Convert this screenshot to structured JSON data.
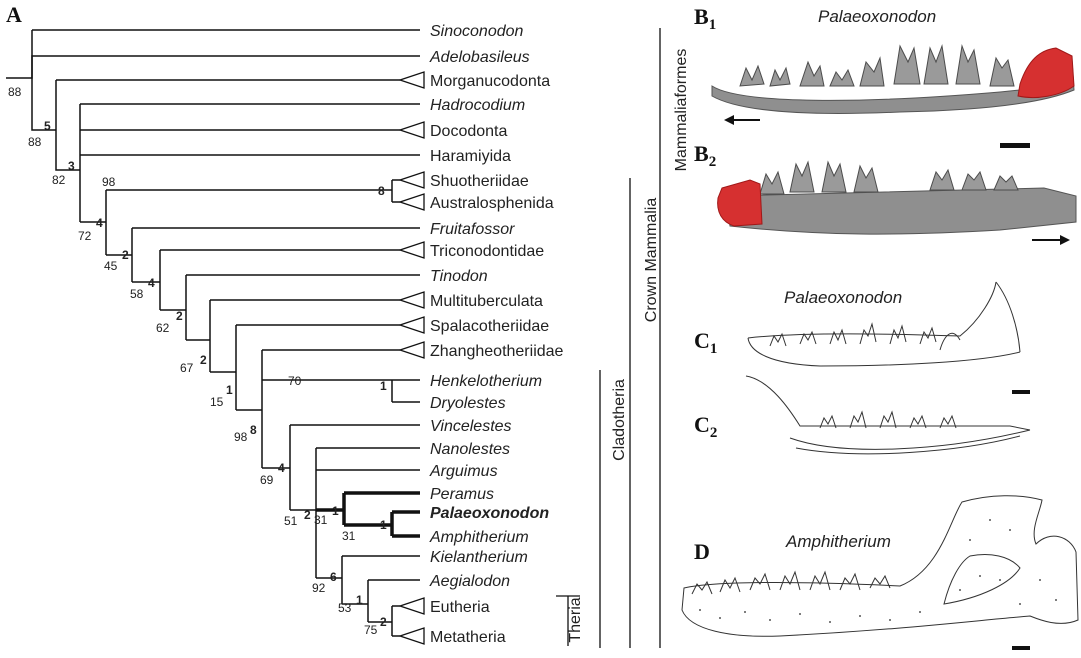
{
  "panels": {
    "a": "A",
    "b1_letter": "B",
    "b1_sub": "1",
    "b1_title": "Palaeoxonodon",
    "b2_letter": "B",
    "b2_sub": "2",
    "c_title": "Palaeoxonodon",
    "c1_letter": "C",
    "c1_sub": "1",
    "c2_letter": "C",
    "c2_sub": "2",
    "d": "D",
    "d_title": "Amphitherium"
  },
  "taxa": [
    "Sinoconodon",
    "Adelobasileus",
    "Morganucodonta",
    "Hadrocodium",
    "Docodonta",
    "Haramiyida",
    "Shuotheriidae",
    "Australosphenida",
    "Fruitafossor",
    "Triconodontidae",
    "Tinodon",
    "Multituberculata",
    "Spalacotheriidae",
    "Zhangheotheriidae",
    "Henkelotherium",
    "Dryolestes",
    "Vincelestes",
    "Nanolestes",
    "Arguimus",
    "Peramus",
    "Palaeoxonodon",
    "Amphitherium",
    "Kielantherium",
    "Aegialodon",
    "Eutheria",
    "Metatheria"
  ],
  "support_values": {
    "mammaliaformes_stem": "88",
    "n_hadro": "88",
    "n_haram": "82",
    "n_shuo_pair": "98",
    "n_austral": "72",
    "n_fruita": "45",
    "n_tricono": "58",
    "n_tino": "62",
    "n_multi": "67",
    "n_cladotheria": "15",
    "n_henkel_pair": "70",
    "n_dryol": "98",
    "n_vince": "69",
    "n_nanol": "51",
    "n_peramus": "31",
    "n_palaeo": "31",
    "n_kiel": "92",
    "n_aegial": "53",
    "n_theria": "75"
  },
  "bremer": {
    "n_hadro": "5",
    "n_haram": "3",
    "n_austral": "4",
    "n_shuo_pair": "8",
    "n_fruita": "2",
    "n_tricono": "4",
    "n_tino": "2",
    "n_multi": "2",
    "n_cladotheria": "1",
    "n_henkel_pair": "1",
    "n_dryol": "8",
    "n_vince": "4",
    "n_nanol": "2",
    "n_peramus": "1",
    "n_palaeo": "1",
    "n_kiel": "6",
    "n_aegial": "1",
    "n_theria": "2"
  },
  "clades": {
    "mammaliaformes": "Mammaliaformes",
    "crown": "Crown Mammalia",
    "cladotheria": "Cladotheria",
    "theria": "Theria"
  },
  "colors": {
    "ink": "#111111",
    "bone_grey": "#8f8f8f",
    "highlight_red": "#d63030"
  },
  "icons": {
    "b1_arrow": "arrow-left-icon",
    "b2_arrow": "arrow-right-icon"
  }
}
